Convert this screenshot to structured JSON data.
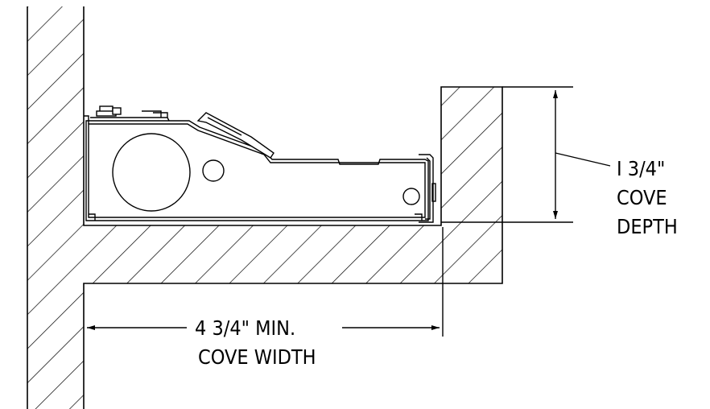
{
  "colors": {
    "line": "#000000",
    "background": "#ffffff"
  },
  "labels": {
    "depth_line1": "I 3/4\"",
    "depth_line2": "COVE",
    "depth_line3": "DEPTH",
    "width_line1": "4 3/4\" MIN.",
    "width_line2": "COVE WIDTH"
  }
}
